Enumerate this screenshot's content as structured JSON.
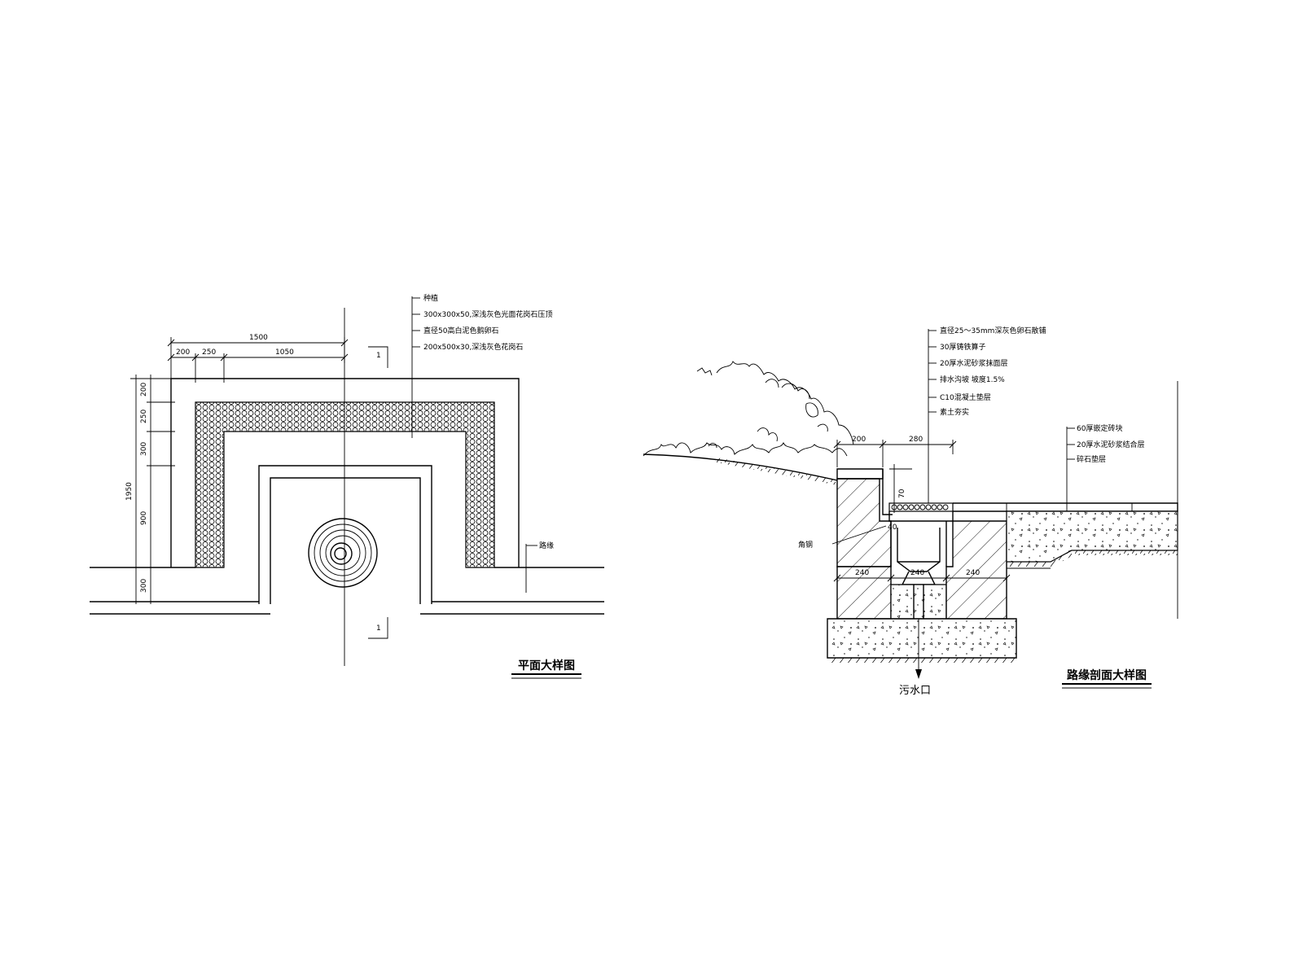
{
  "plan": {
    "title": "平面大样图",
    "section_mark_top": "1",
    "section_mark_bottom": "1",
    "dims_top": [
      "1500",
      "200",
      "250",
      "1050"
    ],
    "dims_left": [
      "200",
      "250",
      "300",
      "900",
      "300",
      "1950"
    ],
    "notes": [
      "种植",
      "300x300x50,深浅灰色光面花岗石压顶",
      "直径50高白泥色鹅卵石",
      "200x500x30,深浅灰色花岗石"
    ],
    "road_label": "路缘"
  },
  "section": {
    "title": "路缘剖面大样图",
    "outlet_label": "污水口",
    "angle_label": "角钢",
    "dims_top": [
      "200",
      "280"
    ],
    "dims_small": [
      "70",
      "40"
    ],
    "dims_bottom": [
      "240",
      "240",
      "240"
    ],
    "notes": [
      "直径25～35mm深灰色卵石散铺",
      "30厚铸铁算子",
      "20厚水泥砂浆抹面层",
      "排水沟坡 坡度1.5%",
      "C10混凝土垫层",
      "素土夯实"
    ],
    "notes_right": [
      "60厚嵌定砖块",
      "20厚水泥砂浆结合层",
      "碎石垫层"
    ]
  }
}
